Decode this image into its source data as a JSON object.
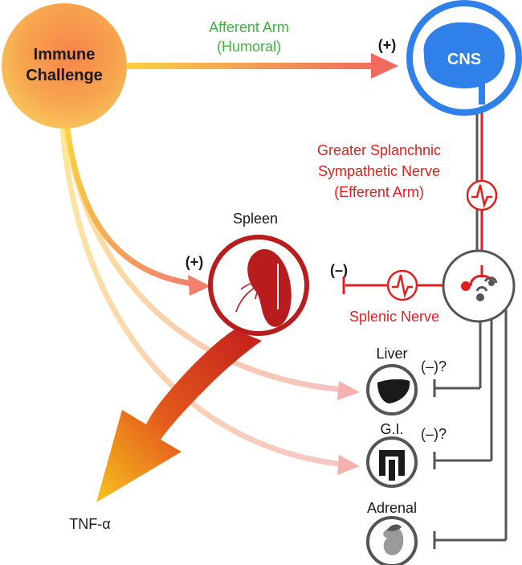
{
  "immune_challenge": {
    "label_line1": "Immune",
    "label_line2": "Challenge"
  },
  "afferent": {
    "line1": "Afferent Arm",
    "line2": "(Humoral)",
    "sign": "(+)"
  },
  "cns": {
    "label": "CNS"
  },
  "splanchnic": {
    "line1": "Greater Splanchnic",
    "line2": "Sympathetic Nerve",
    "line3": "(Efferent Arm)"
  },
  "spleen": {
    "label": "Spleen",
    "plus_sign": "(+)",
    "minus_sign": "(–)"
  },
  "splenic_nerve": {
    "label": "Splenic Nerve"
  },
  "liver": {
    "label": "Liver",
    "sign": "(–)?"
  },
  "gi": {
    "label": "G.I.",
    "sign": "(–)?"
  },
  "adrenal": {
    "label": "Adrenal"
  },
  "output": {
    "label": "TNF-α"
  },
  "colors": {
    "sympathetic_red": "#e02020",
    "cns_blue": "#2f80e8",
    "afferent_green": "#3db43d",
    "gray": "#555555",
    "spleen_dark_red": "#b81c1c"
  },
  "icons": [
    "brain-icon",
    "spleen-icon",
    "liver-icon",
    "intestine-icon",
    "kidney-adrenal-icon",
    "nerve-impulse-icon",
    "ganglion-icon"
  ]
}
